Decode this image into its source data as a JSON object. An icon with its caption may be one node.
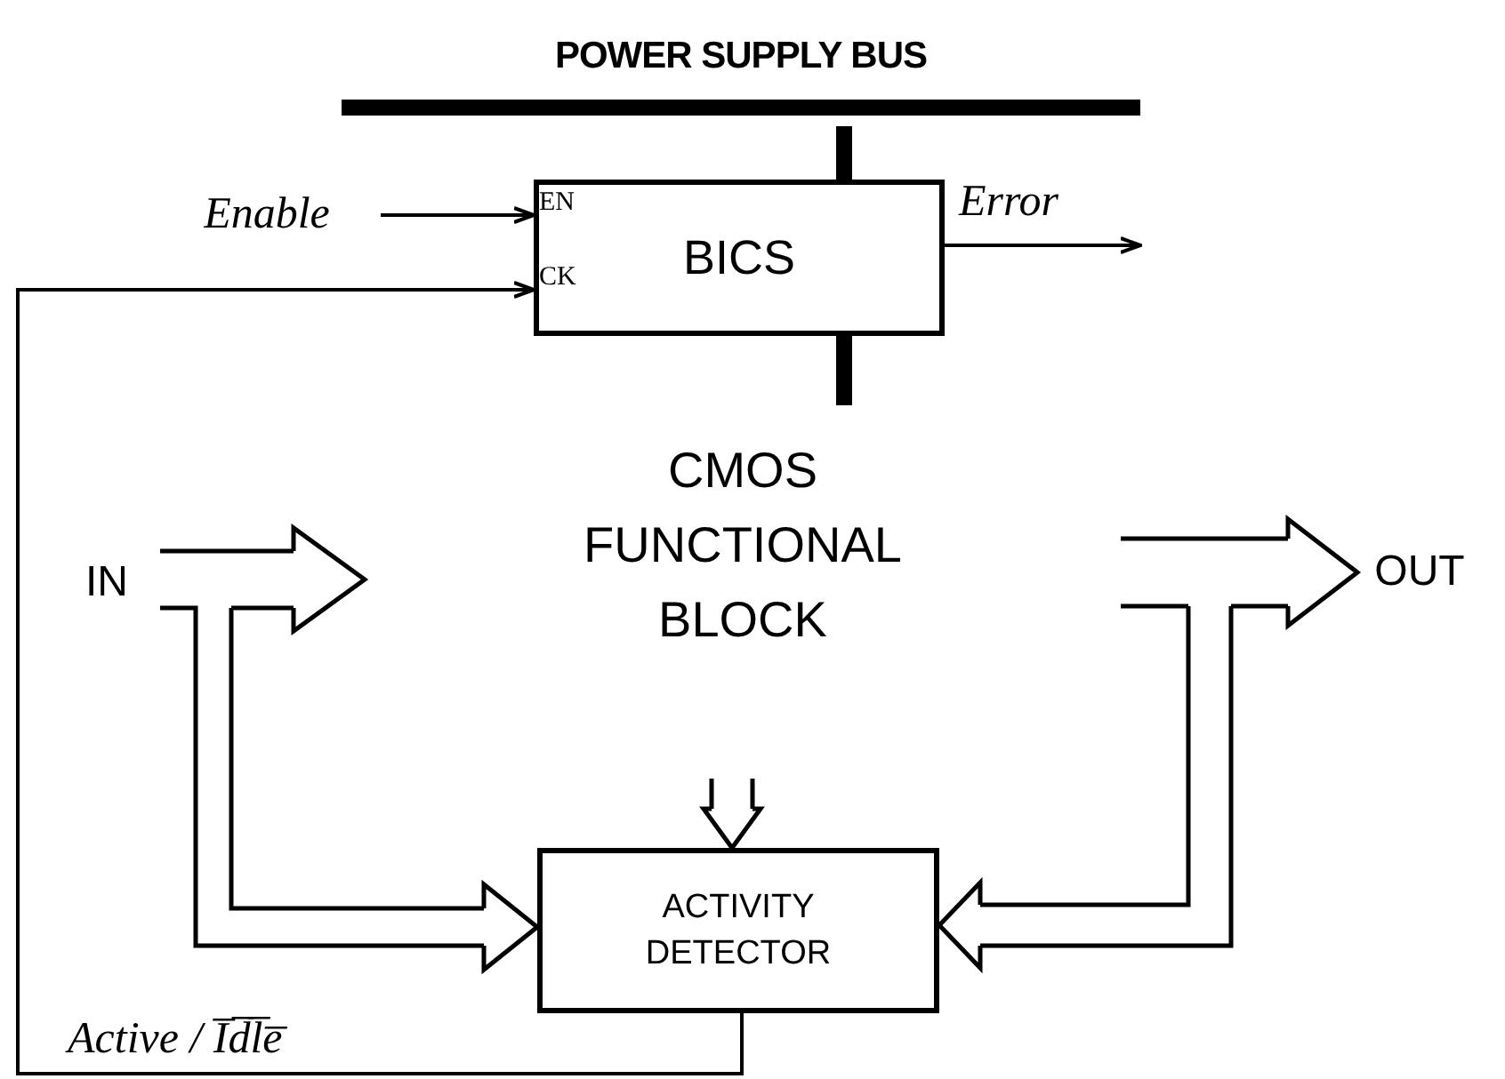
{
  "diagram": {
    "nodes": [
      {
        "text": [
          "POWER SUPPLY BUS"
        ]
      },
      {
        "text": [
          "BICS",
          "EN",
          "CK"
        ]
      },
      {
        "text": [
          "Enable"
        ]
      },
      {
        "text": [
          "CMOS FUNCTIONAL BLOCK"
        ]
      },
      {
        "text": [
          "IN"
        ]
      },
      {
        "text": [
          "OUT"
        ]
      },
      {
        "text": [
          "ACTIVITY DETECTOR"
        ]
      }
    ],
    "edges": [
      {
        "from": 0,
        "to": 1,
        "arrow": "none",
        "style": "thick"
      },
      {
        "from": 1,
        "to": 3,
        "arrow": "none",
        "style": "thick"
      },
      {
        "from": 2,
        "to": 1,
        "arrow": "to"
      },
      {
        "from": 1,
        "to": null,
        "arrow": "to",
        "label": "Error"
      },
      {
        "from": 4,
        "to": null,
        "arrow": "to"
      },
      {
        "from": 4,
        "to": 6,
        "arrow": "to"
      },
      {
        "from": null,
        "to": 5,
        "arrow": "to"
      },
      {
        "from": null,
        "to": 6,
        "arrow": "to"
      },
      {
        "from": null,
        "to": 6,
        "arrow": "to"
      },
      {
        "from": 6,
        "to": 1,
        "arrow": "to",
        "label": "Active / I̅d̅l̅e̅"
      }
    ]
  }
}
